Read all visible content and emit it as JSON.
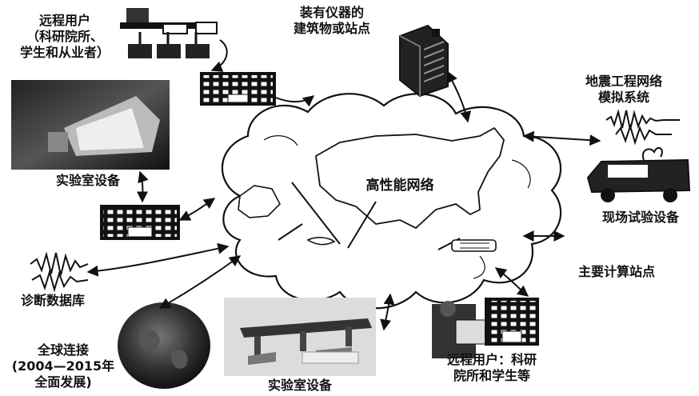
{
  "diagram": {
    "center_label": "高性能网络",
    "labels": {
      "remote_users_top": [
        "远程用户",
        "（科研院所、",
        "学生和从业者）"
      ],
      "instrumented_buildings": [
        "装有仪器的",
        "建筑物或站点"
      ],
      "simulation_system": [
        "地震工程网络",
        "模拟系统"
      ],
      "field_test_equipment": [
        "现场试验设备"
      ],
      "lab_equipment_left": [
        "实验室设备"
      ],
      "computing_sites": [
        "主要计算站点"
      ],
      "diagnostic_database": [
        "诊断数据库"
      ],
      "global_connection": [
        "全球连接",
        "(2004—2015年",
        "全面发展)"
      ],
      "lab_equipment_bottom": [
        "实验室设备"
      ],
      "remote_users_bottom": [
        "远程用户：科研",
        "院所和学生等"
      ]
    }
  }
}
